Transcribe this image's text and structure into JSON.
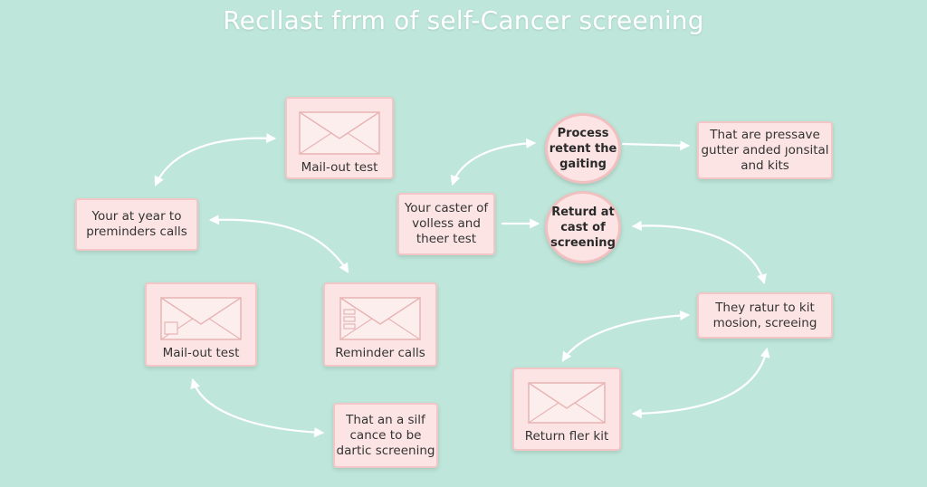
{
  "title": "Recllast frrm of self-Cancer screening",
  "colors": {
    "background": "#bfe6da",
    "box_fill": "#fce4e4",
    "box_border": "#f2c6c6",
    "arrow": "#ffffff"
  },
  "nodes": {
    "mail_top": {
      "label": "Mail-out test",
      "icon": "envelope-icon"
    },
    "year_reminders": {
      "line1": "Your at year to",
      "line2": "preminders calls"
    },
    "mail_left": {
      "label": "Mail-out test",
      "icon": "envelope-icon"
    },
    "reminder_calls": {
      "label": "Reminder calls",
      "icon": "envelope-list-icon"
    },
    "self_cancer": {
      "line1": "That an a silf",
      "line2": "cance to be",
      "line3": "dartic screening"
    },
    "caster_test": {
      "line1": "Your caster of",
      "line2": "volless and",
      "line3": "theer test"
    },
    "process": {
      "line1": "Process",
      "line2": "retent the",
      "line3": "gaiting"
    },
    "returd": {
      "line1": "Returd at",
      "line2": "cast of",
      "line3": "screening"
    },
    "pressave": {
      "line1": "That are pressave",
      "line2": "gutter anded ȷonsital",
      "line3": "and kits"
    },
    "ratur": {
      "line1": "They ratur to kit",
      "line2": "mosion, screeing"
    },
    "return_kit": {
      "label": "Return fler kit",
      "icon": "envelope-icon"
    }
  }
}
